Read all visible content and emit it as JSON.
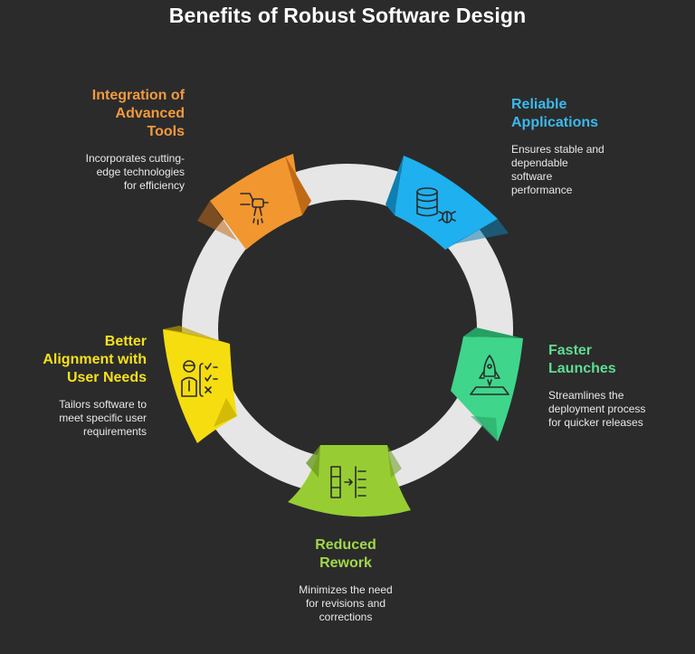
{
  "title": "Benefits of Robust Software Design",
  "colors": {
    "background": "#2b2b2b",
    "ring": "#e6e6e6",
    "orange": "#f2962f",
    "blue": "#1fb0ef",
    "green": "#3fd58b",
    "lime": "#97cd33",
    "yellow": "#f5dd10"
  },
  "segments": [
    {
      "id": "integration",
      "color": "orange",
      "icon": "robot-arm-icon",
      "heading_lines": [
        "Integration of",
        "Advanced",
        "Tools"
      ],
      "desc_lines": [
        "Incorporates cutting-",
        "edge technologies",
        "for efficiency"
      ]
    },
    {
      "id": "reliable",
      "color": "blue",
      "icon": "database-bug-icon",
      "heading_lines": [
        "Reliable",
        "Applications"
      ],
      "desc_lines": [
        "Ensures stable and",
        "dependable",
        "software",
        "performance"
      ]
    },
    {
      "id": "faster",
      "color": "green",
      "icon": "rocket-launch-icon",
      "heading_lines": [
        "Faster",
        "Launches"
      ],
      "desc_lines": [
        "Streamlines the",
        "deployment process",
        "for quicker releases"
      ]
    },
    {
      "id": "reduced",
      "color": "lime",
      "icon": "flow-transfer-icon",
      "heading_lines": [
        "Reduced",
        "Rework"
      ],
      "desc_lines": [
        "Minimizes the need",
        "for revisions and",
        "corrections"
      ]
    },
    {
      "id": "alignment",
      "color": "yellow",
      "icon": "person-checklist-icon",
      "heading_lines": [
        "Better",
        "Alignment with",
        "User Needs"
      ],
      "desc_lines": [
        "Tailors software to",
        "meet specific user",
        "requirements"
      ]
    }
  ]
}
